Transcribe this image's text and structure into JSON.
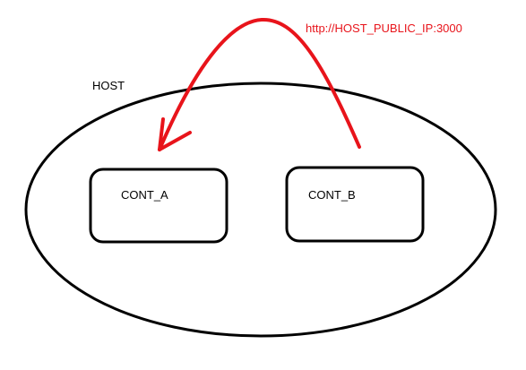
{
  "diagram": {
    "host_label": "HOST",
    "container_a_label": "CONT_A",
    "container_b_label": "CONT_B",
    "url_label": "http://HOST_PUBLIC_IP:3000",
    "colors": {
      "outline": "#000000",
      "arrow": "#e8141b",
      "text": "#000000",
      "url_text": "#e8141b",
      "background": "#ffffff"
    }
  }
}
